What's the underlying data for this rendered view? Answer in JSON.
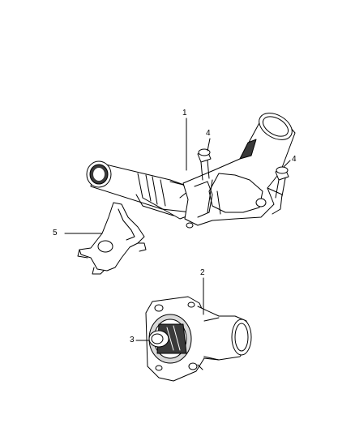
{
  "diagram": {
    "callouts": {
      "c1": "1",
      "c2": "2",
      "c3": "3",
      "c4a": "4",
      "c4b": "4",
      "c5": "5"
    },
    "colors": {
      "line": "#000000",
      "fill": "#ffffff",
      "shade": "#d9d9d9",
      "dark": "#3a3a3a"
    }
  }
}
